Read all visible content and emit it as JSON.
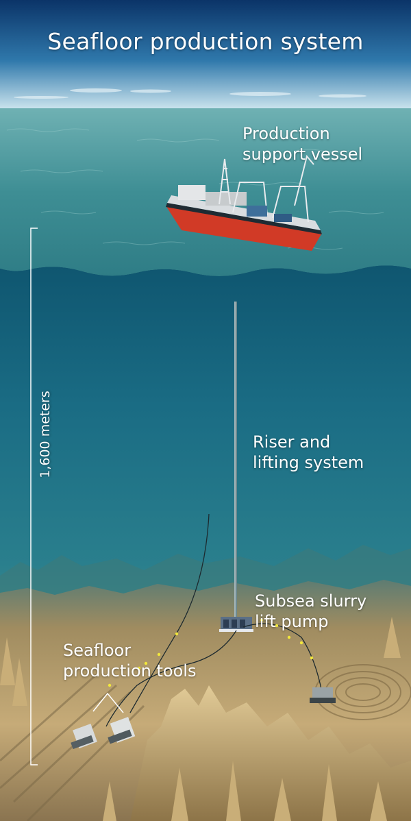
{
  "title": "Seafloor production system",
  "labels": {
    "vessel": [
      "Production",
      "support vessel"
    ],
    "riser": [
      "Riser and",
      "lifting system"
    ],
    "pump": [
      "Subsea slurry",
      "lift pump"
    ],
    "tools": [
      "Seafloor",
      "production tools"
    ]
  },
  "depth_scale": {
    "text": "1,600 meters"
  },
  "colors": {
    "sky_top": "#0f3e72",
    "sky_horizon": "#cfe6ef",
    "sea_surface": "#3f8f96",
    "deep_water": "#1d6a80",
    "seafloor": "#b09565",
    "vessel_hull": "#d03a26",
    "umbilical_dot": "#f3e93c"
  }
}
